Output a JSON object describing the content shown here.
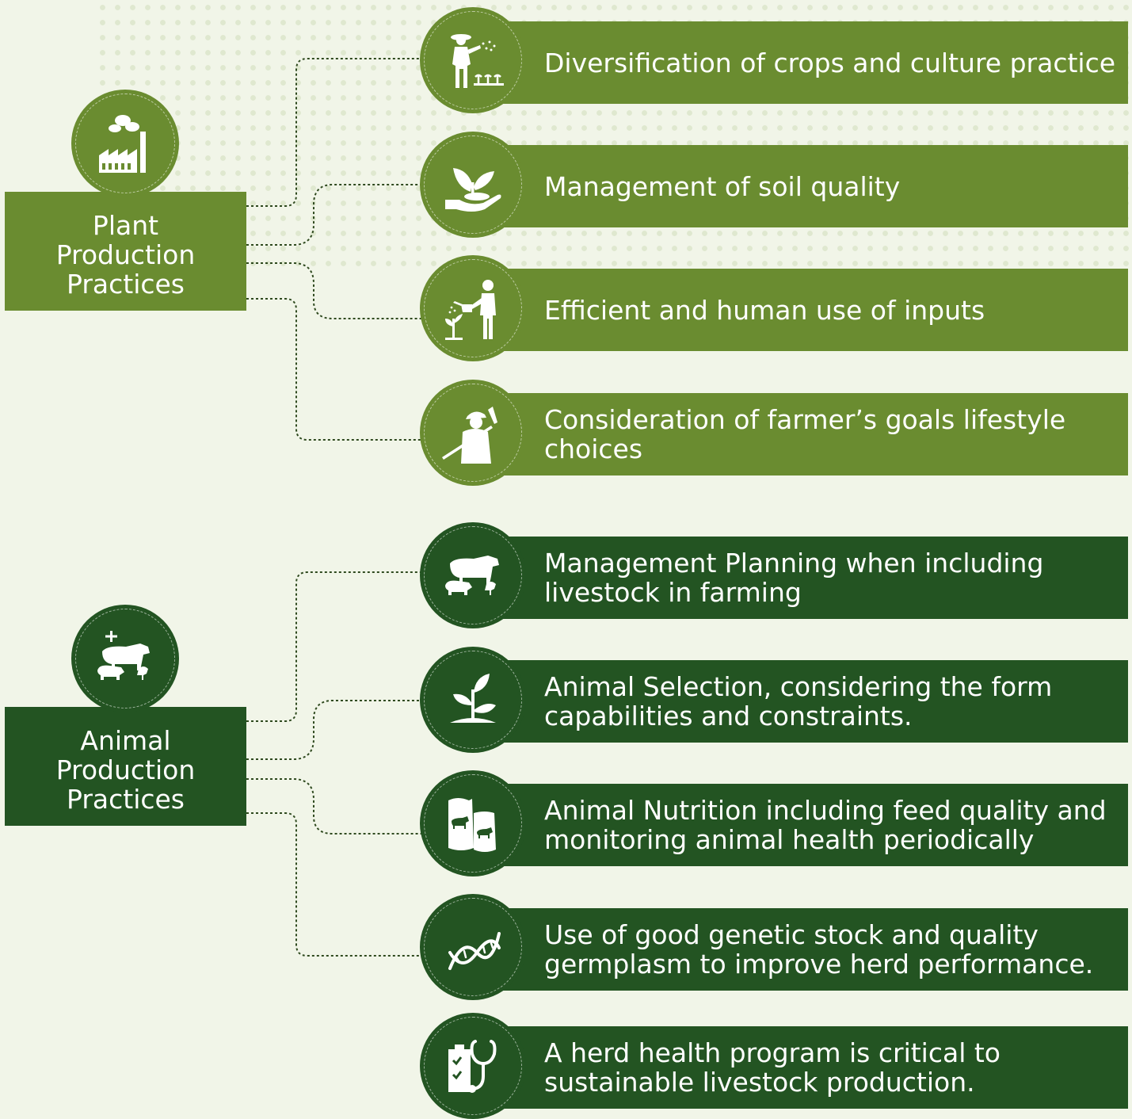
{
  "colors": {
    "plant": "#6a8c30",
    "animal": "#235422",
    "background": "#f1f5e8"
  },
  "groups": [
    {
      "label": "Plant Production Practices",
      "icon": "factory-icon",
      "items": [
        {
          "text": "Diversification of crops and culture practice",
          "icon": "farmer-sowing-icon"
        },
        {
          "text": "Management of soil quality",
          "icon": "hand-seedling-icon"
        },
        {
          "text": "Efficient and human use of inputs",
          "icon": "person-watering-plant-icon"
        },
        {
          "text": "Consideration of farmer’s goals lifestyle choices",
          "icon": "farmer-with-tool-icon"
        }
      ]
    },
    {
      "label": "Animal Production Practices",
      "icon": "livestock-health-icon",
      "items": [
        {
          "text": "Management Planning when including livestock in farming",
          "icon": "livestock-icon"
        },
        {
          "text": "Animal Selection, considering the form capabilities and constraints.",
          "icon": "sprout-icon"
        },
        {
          "text": "Animal Nutrition including feed quality and monitoring animal health periodically",
          "icon": "feed-bags-icon"
        },
        {
          "text": "Use of good genetic stock and quality germplasm to improve herd performance.",
          "icon": "dna-icon"
        },
        {
          "text": "A herd health program is critical to sustainable livestock production.",
          "icon": "health-checklist-icon"
        }
      ]
    }
  ]
}
